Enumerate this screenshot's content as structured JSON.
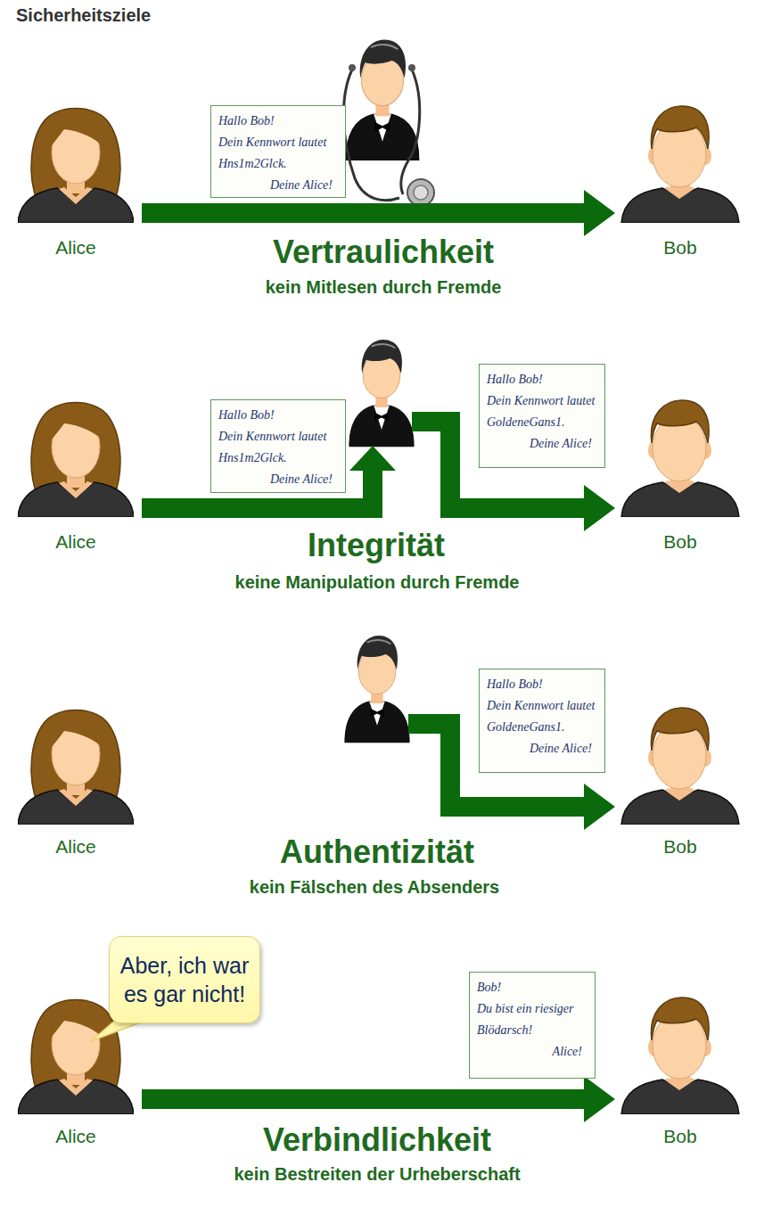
{
  "diagram": {
    "title": "Sicherheitsziele",
    "nodes": [
      {
        "text": [
          "Alice"
        ]
      },
      {
        "text": [
          "Hallo Bob!",
          "Dein Kennwort lautet Hns1m2Glck.",
          "Deine Alice!"
        ]
      },
      {
        "text": [
          "Bob"
        ]
      },
      {
        "text": [
          "Alice"
        ]
      },
      {
        "text": [
          "Hallo Bob!",
          "Dein Kennwort lautet Hns1m2Glck.",
          "Deine Alice!"
        ]
      },
      {
        "text": [
          "Hallo Bob!",
          "Dein Kennwort lautet GoldeneGans1.",
          "Deine Alice!"
        ]
      },
      {
        "text": [
          "Bob"
        ]
      },
      {
        "text": [
          "Alice"
        ]
      },
      {
        "text": [
          "Hallo Bob!",
          "Dein Kennwort lautet GoldeneGans1.",
          "Deine Alice!"
        ]
      },
      {
        "text": [
          "Bob"
        ]
      },
      {
        "text": [
          "Aber, ich war es gar nicht!"
        ]
      },
      {
        "text": [
          "Alice"
        ]
      },
      {
        "text": [
          "Bob!",
          "Du bist ein riesiger Blödarsch!",
          "Alice!"
        ]
      },
      {
        "text": [
          "Bob"
        ]
      }
    ],
    "edges": [
      {
        "from": 0,
        "to": 2,
        "arrow": "to"
      },
      {
        "from": 3,
        "to": 6,
        "arrow": "to"
      },
      {
        "from": 11,
        "to": 13,
        "arrow": "to"
      }
    ],
    "labels": [
      "Vertraulichkeit",
      "kein Mitlesen durch Fremde",
      "Integrität",
      "keine Manipulation durch Fremde",
      "Authentizität",
      "kein Fälschen des Absenders",
      "Verbindlichkeit",
      "kein Bestreiten der Urheberschaft"
    ]
  }
}
